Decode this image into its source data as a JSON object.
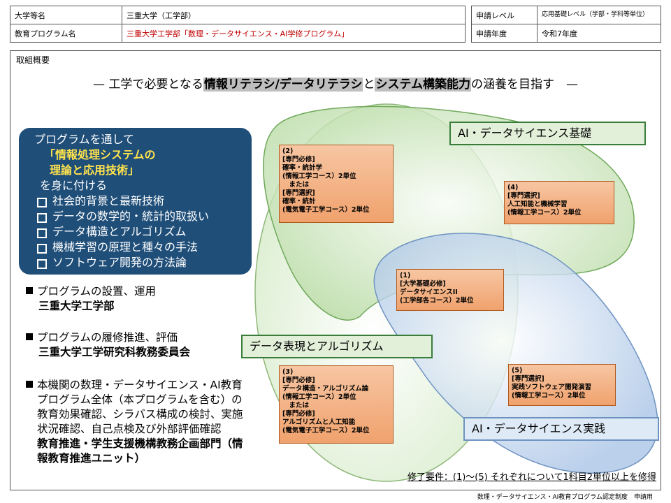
{
  "header": {
    "left": [
      {
        "key": "大学等名",
        "value": "三重大学（工学部）"
      },
      {
        "key": "教育プログラム名",
        "value": "三重大学工学部「数理・データサイエンス・AI学修プログラム」"
      }
    ],
    "right": [
      {
        "key": "申請レベル",
        "value": "応用基礎レベル（学部・学科等単位）"
      },
      {
        "key": "申請年度",
        "value": "令和7年度"
      }
    ]
  },
  "panel": {
    "label": "取組概要",
    "slogan": {
      "lead": "— 工学で必要となる",
      "hl1": "情報リテラシ/データリテラシ",
      "mid": "と",
      "hl2": "システム構築能力",
      "tail": "の涵養を目指す　—"
    }
  },
  "skills": {
    "intro": "プログラムを通して",
    "accent1": "「情報処理システムの",
    "accent2": "理論と応用技術」",
    "outro": "を身に付ける",
    "items": [
      "社会的背景と最新技術",
      "データの数学的・統計的取扱い",
      "データ構造とアルゴリズム",
      "機械学習の原理と種々の手法",
      "ソフトウェア開発の方法論"
    ]
  },
  "info": [
    {
      "title": "プログラムの設置、運用",
      "sub": "三重大学工学部"
    },
    {
      "title": "プログラムの履修推進、評価",
      "sub": "三重大学工学研究科教務委員会"
    },
    {
      "title": "本機関の数理・データサイエンス・AI教育プログラム全体（本プログラムを含む）の教育効果確認、シラバス構成の検討、実施状況確認、自己点検及び外部評価確認",
      "sub": "教育推進・学生支援機構教務企画部門（情報教育推進ユニット）"
    }
  ],
  "regions": {
    "basic": "AI・データサイエンス基礎",
    "algo": "データ表現とアルゴリズム",
    "practice": "AI・データサイエンス実践"
  },
  "courses": {
    "c1": [
      "(1)",
      "[大学基礎必修]",
      "データサイエンスII",
      "(工学部各コース）2単位"
    ],
    "c2": [
      "(2)",
      "[専門必修]",
      "確率・統計学",
      "(情報工学コース）2単位",
      "　または",
      "[専門選択]",
      "確率・統計",
      "(電気電子工学コース）2単位"
    ],
    "c3": [
      "(3)",
      "[専門必修]",
      "データ構造・アルゴリズム論",
      "(情報工学コース）2単位",
      "　または",
      "[専門必修]",
      "アルゴリズムと人工知能",
      "(電気電子工学コース）2単位"
    ],
    "c4": [
      "(4)",
      "[専門選択]",
      "人工知能と機械学習",
      "(情報工学コース）2単位"
    ],
    "c5": [
      "(5)",
      "[専門選択]",
      "実践ソフトウェア開発演習",
      "(情報工学コース）2単位"
    ]
  },
  "requirement": "修了要件：(1)〜(5) それぞれについて1科目2単位以上を修得",
  "footer": "数理・データサイエンス・AI教育プログラム認定制度　申請用",
  "colors": {
    "skill_box": "#1f4e79",
    "accent_text": "#ffe34d",
    "green_region": "#e2f0d9",
    "blue_region": "#deebf7",
    "course_fill": "#f4b183"
  }
}
